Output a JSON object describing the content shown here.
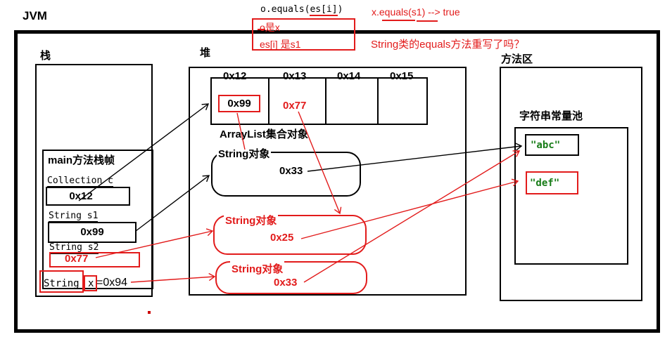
{
  "app": {
    "title": "JVM"
  },
  "annotations": {
    "code_prefix": "o.equals(",
    "code_arg": "es[i]",
    "code_suffix": ")",
    "note_line1": "o是x",
    "note_line2": "es[i] 是s1",
    "equals_result": "x.equals(s1) --> true",
    "question": "String类的equals方法重写了吗？"
  },
  "stack": {
    "label": "栈",
    "frame_title": "main方法栈帧",
    "var_c": {
      "name": "Collection c",
      "value": "0x12"
    },
    "var_s1": {
      "name": "String s1",
      "value": "0x99"
    },
    "var_s2": {
      "name": "String s2",
      "value": "0x77"
    },
    "var_x": {
      "type_label": "String",
      "name": "x",
      "assignment": "=0x94"
    }
  },
  "heap": {
    "label": "堆",
    "array_headers": [
      "0x12",
      "0x13",
      "0x14",
      "0x15"
    ],
    "array_cell1_value": "0x99",
    "array_cell2_value": "0x77",
    "array_caption": "ArrayList集合对象",
    "string_obj1": {
      "label": "String对象",
      "value": "0x33"
    },
    "string_obj2": {
      "label": "String对象",
      "value": "0x25"
    },
    "string_obj3": {
      "label": "String对象",
      "value": "0x33"
    }
  },
  "method_area": {
    "label": "方法区",
    "pool_label": "字符串常量池",
    "literal_abc": "\"abc\"",
    "literal_def": "\"def\""
  },
  "colors": {
    "red": "#e21b1b",
    "green": "#177c17",
    "black": "#000000"
  }
}
